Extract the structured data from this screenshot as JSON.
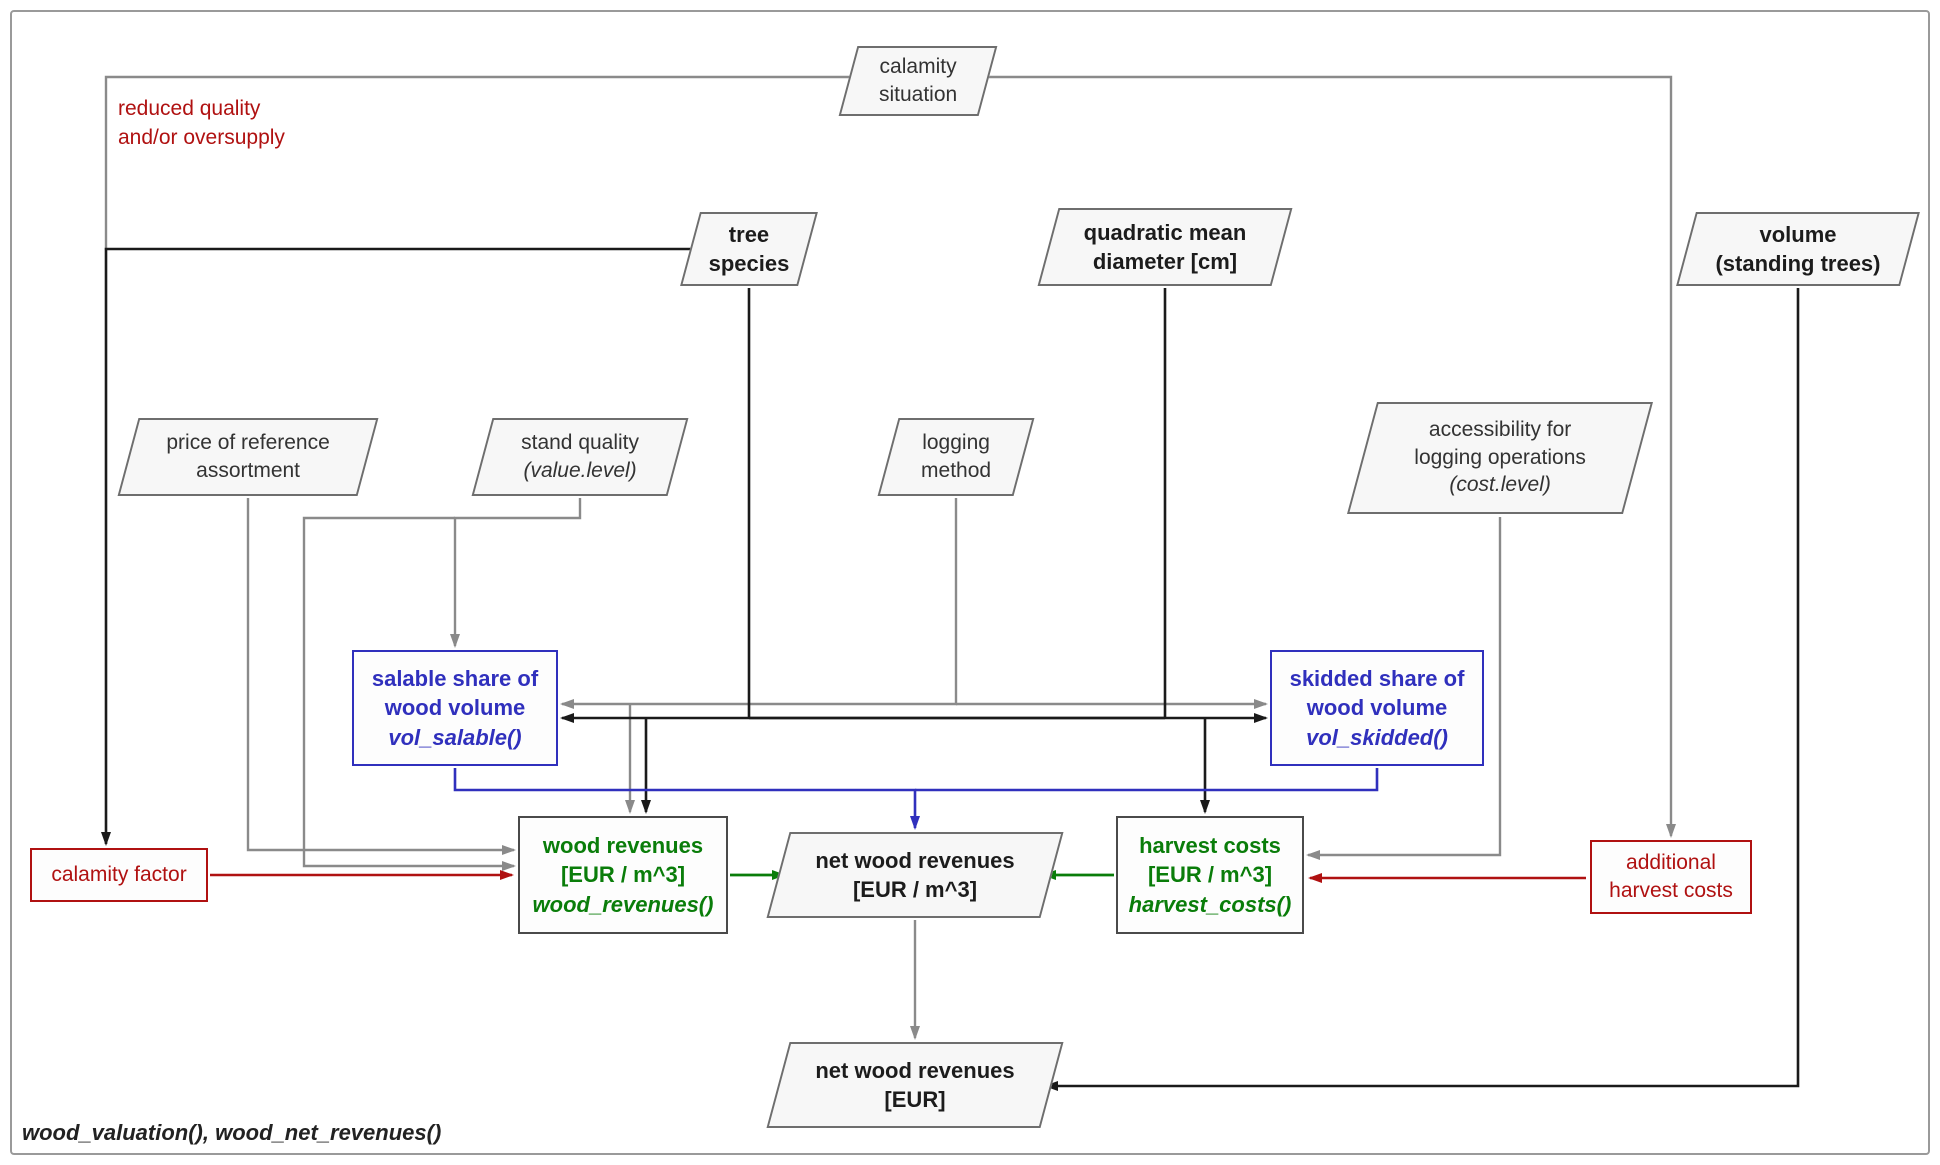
{
  "caption": "wood_valuation(), wood_net_revenues()",
  "notes": {
    "reduced_quality": "reduced quality\nand/or oversupply"
  },
  "colors": {
    "gray_edge": "#8a8a8a",
    "black_edge": "#1a1a1a",
    "red": "#b01111",
    "green": "#0a7d0a",
    "blue": "#3030bd",
    "node_border": "#6e6e6e"
  },
  "nodes": {
    "calamity_situation": {
      "text": "calamity\nsituation"
    },
    "tree_species": {
      "text": "tree\nspecies"
    },
    "quadratic_mean_diameter": {
      "text": "quadratic mean\ndiameter [cm]"
    },
    "volume_standing_trees": {
      "text": "volume\n(standing trees)"
    },
    "price_reference": {
      "text": "price of reference\nassortment"
    },
    "stand_quality": {
      "line1": "stand quality",
      "line2": "(value.level)"
    },
    "logging_method": {
      "text": "logging\nmethod"
    },
    "accessibility": {
      "line1": "accessibility for",
      "line2": "logging operations",
      "line3": "(cost.level)"
    },
    "salable_share": {
      "line1": "salable share of",
      "line2": "wood volume",
      "func": "vol_salable()"
    },
    "skidded_share": {
      "line1": "skidded share of",
      "line2": "wood volume",
      "func": "vol_skidded()"
    },
    "wood_revenues": {
      "line1": "wood revenues",
      "line2": "[EUR / m^3]",
      "func": "wood_revenues()"
    },
    "harvest_costs": {
      "line1": "harvest costs",
      "line2": "[EUR / m^3]",
      "func": "harvest_costs()"
    },
    "net_revenues_m3": {
      "line1": "net wood revenues",
      "line2": "[EUR / m^3]"
    },
    "calamity_factor": {
      "text": "calamity factor"
    },
    "additional_harvest_costs": {
      "text": "additional\nharvest costs"
    },
    "net_revenues_eur": {
      "line1": "net wood revenues",
      "line2": "[EUR]"
    }
  }
}
